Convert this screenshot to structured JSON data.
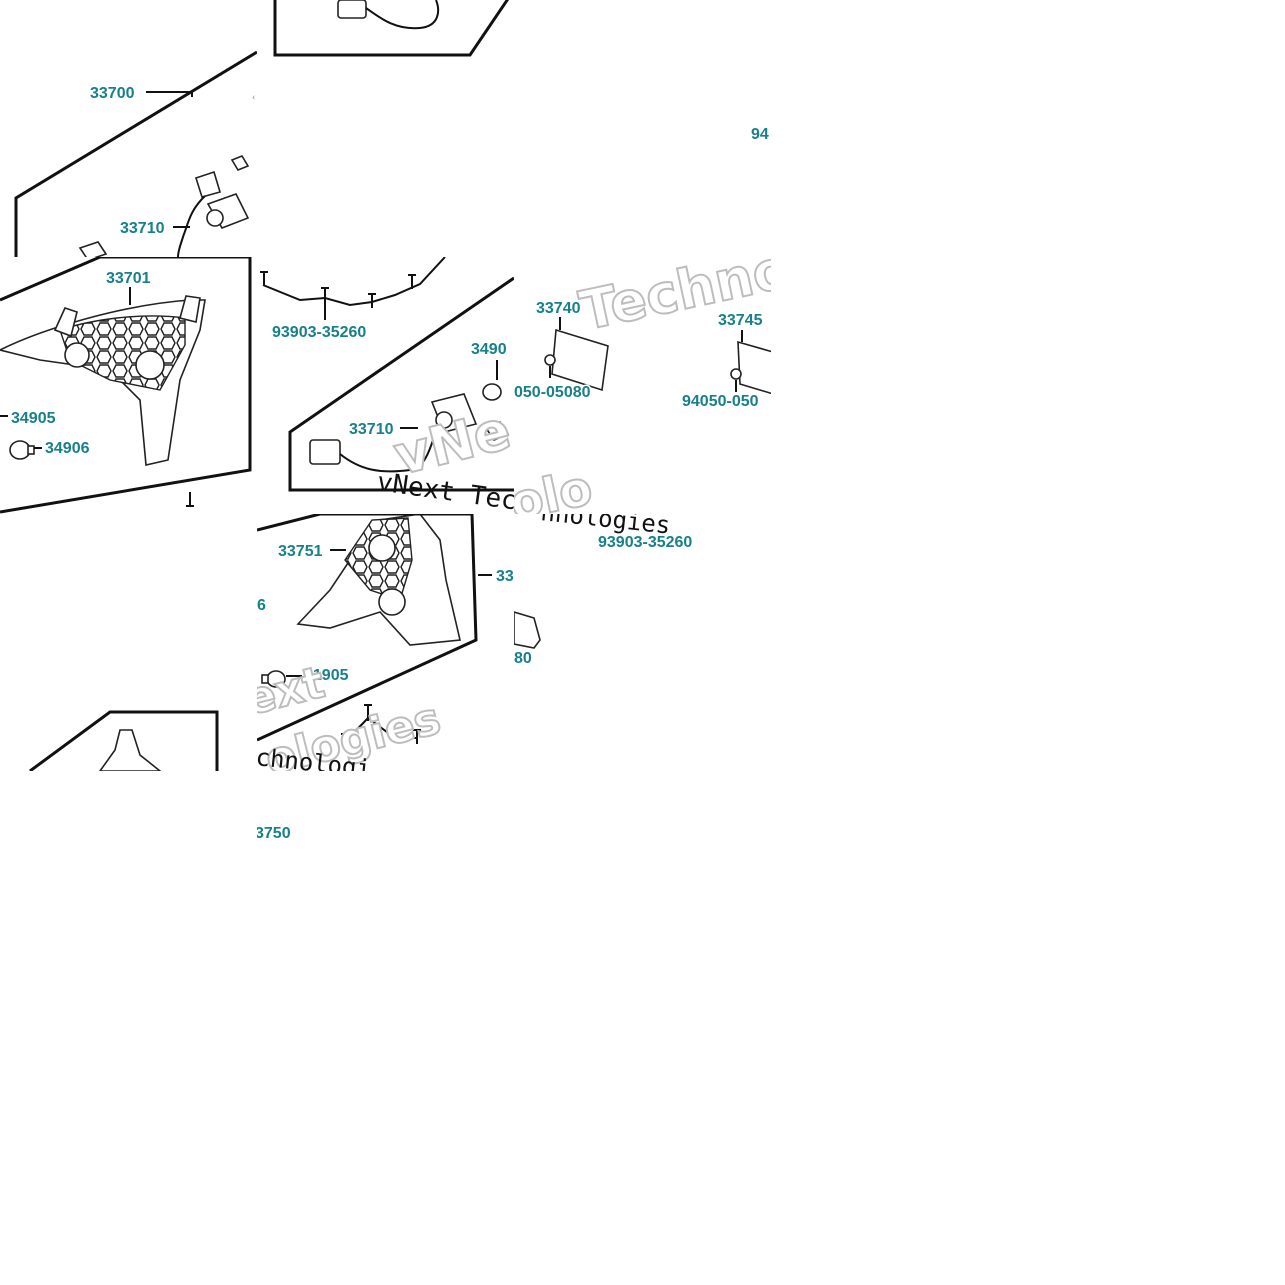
{
  "labels": {
    "t1_33700": "33700",
    "t1_33710": "33710",
    "t3_94": "94",
    "t4_33701": "33701",
    "t4_34905": "34905",
    "t4_34906": "34906",
    "t5_93903": "93903-35260",
    "t5_3490": "3490",
    "t5_33710": "33710",
    "t6_33740": "33740",
    "t6_050": "050-05080",
    "t6_33745": "33745",
    "t6_94050": "94050-050",
    "t8_33751": "33751",
    "t8_6": "6",
    "t8_33": "33",
    "t8_31905": "31905",
    "t9_93903": "93903-35260",
    "t9_80": "80",
    "t11_3750": "3750"
  },
  "watermarks": {
    "brand_word": "Techno",
    "line_a": "vNext Tec",
    "line_b": "hnologies",
    "line_c": "ext",
    "line_d": "ologies",
    "line_e": "chnologi",
    "line_f": "vNe",
    "line_g": "olo"
  },
  "colors": {
    "label": "#17808a",
    "line": "#111111",
    "background": "#ffffff"
  }
}
